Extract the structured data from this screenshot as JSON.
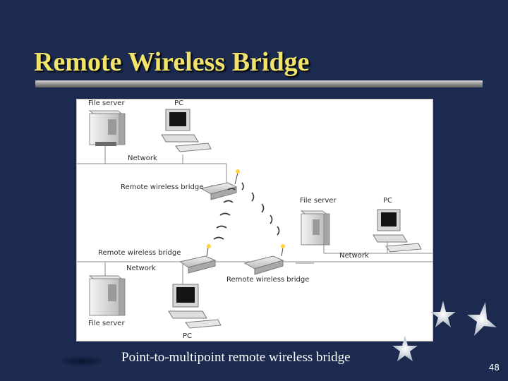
{
  "slide": {
    "title": "Remote Wireless Bridge",
    "caption": "Point-to-multipoint remote wireless bridge",
    "page_number": "48"
  },
  "diagram": {
    "labels": {
      "file_server_top": "File server",
      "pc_top": "PC",
      "network_top": "Network",
      "bridge_top": "Remote wireless bridge",
      "file_server_right": "File server",
      "pc_right": "PC",
      "network_right": "Network",
      "bridge_right": "Remote wireless bridge",
      "bridge_left": "Remote wireless bridge",
      "network_bottom": "Network",
      "file_server_bottom": "File server",
      "pc_bottom": "PC"
    }
  },
  "colors": {
    "background": "#1b2a4e",
    "title": "#f2e36a",
    "caption": "#ffffff"
  }
}
